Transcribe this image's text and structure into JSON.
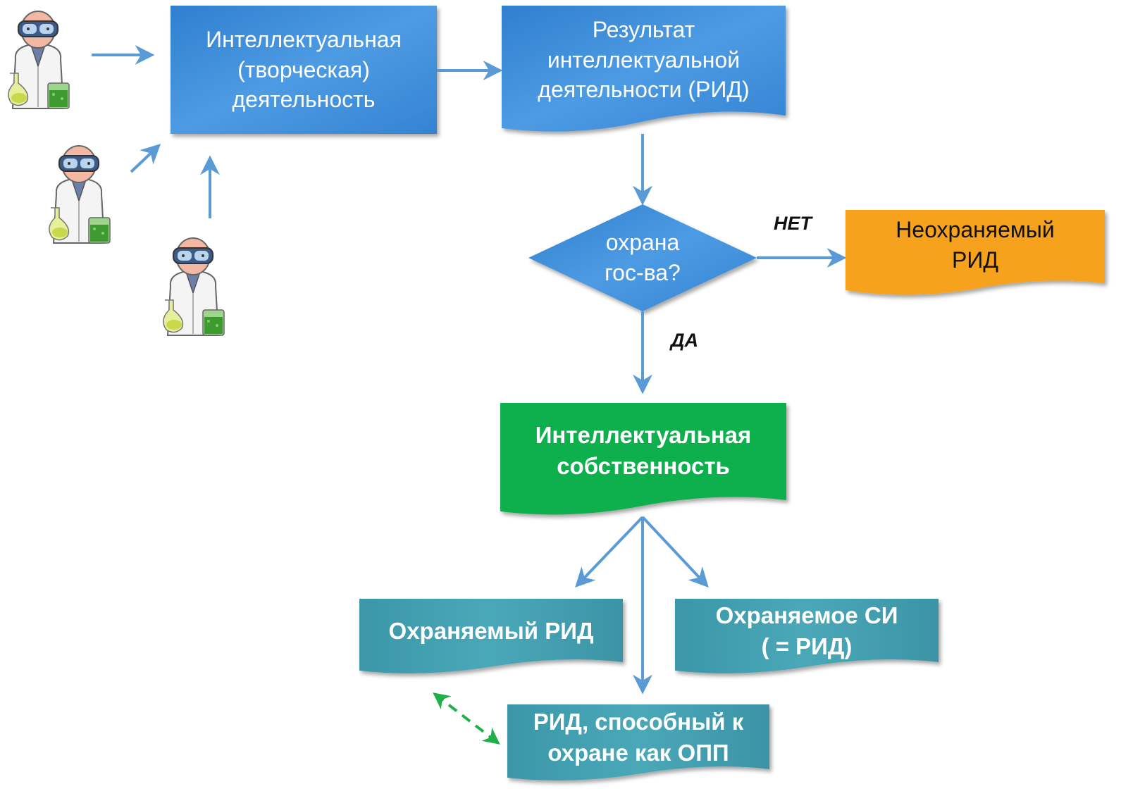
{
  "nodes": {
    "activity": "Интеллектуальная\n(творческая)\nдеятельность",
    "result": "Результат\nинтеллектуальной\nдеятельности (РИД)",
    "decision": "охрана\nгос-ва?",
    "unprotected": "Неохраняемый\nРИД",
    "ip": "Интеллектуальная\nсобственность",
    "protected_rid": "Охраняемый РИД",
    "protected_si": "Охраняемое СИ\n( = РИД)",
    "opp": "РИД, способный к\nохране как ОПП"
  },
  "edges": {
    "no": "НЕТ",
    "yes": "ДА"
  },
  "icons": [
    "scientist-icon",
    "scientist-icon",
    "scientist-icon"
  ],
  "colors": {
    "blue": "#3f8fd8",
    "arrow": "#5b9bd5",
    "orange": "#f7a21b",
    "green": "#11b04d",
    "teal": "#3a9db0",
    "dashed": "#20b04a"
  }
}
